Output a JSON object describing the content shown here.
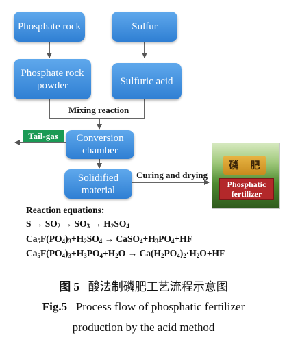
{
  "boxes": {
    "phosphate_rock": "Phosphate rock",
    "sulfur": "Sulfur",
    "phosphate_rock_powder": "Phosphate rock powder",
    "sulfuric_acid": "Sulfuric acid",
    "conversion_chamber": "Conversion chamber",
    "solidified_material": "Solidified material"
  },
  "labels": {
    "mixing_reaction": "Mixing reaction",
    "tail_gas": "Tail-gas",
    "curing_and_drying": "Curing and drying"
  },
  "product": {
    "bag_chars": [
      "磷",
      "肥"
    ],
    "label": "Phosphatic fertilizer"
  },
  "equations": {
    "heading": "Reaction equations:",
    "lines": [
      "S → SO2 → SO3 → H2SO4",
      "Ca5F(PO4)3+H2SO4 → CaSO4+H3PO4+HF",
      "Ca5F(PO4)3+H3PO4+H2O → Ca(H2PO4)2·H2O+HF"
    ]
  },
  "caption": {
    "cn_number": "图 5",
    "cn_text": "酸法制磷肥工艺流程示意图",
    "en_number": "Fig.5",
    "en_line1": "Process flow of phosphatic fertilizer",
    "en_line2": "production by the acid method"
  }
}
